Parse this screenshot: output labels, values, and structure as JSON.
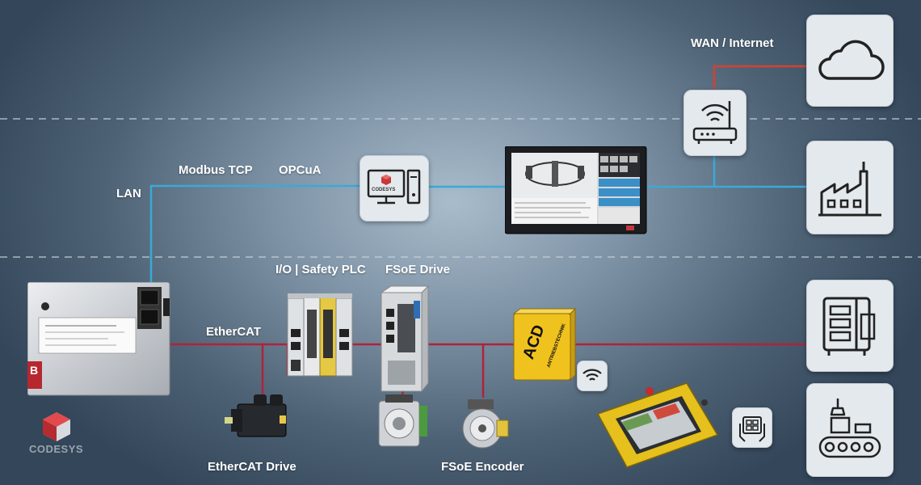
{
  "labels": {
    "wan": "WAN / Internet",
    "lan": "LAN",
    "modbus": "Modbus TCP",
    "opcua": "OPCuA",
    "ethercat": "EtherCAT",
    "io_safety": "I/O | Safety PLC",
    "fsoe_drive": "FSoE Drive",
    "ethercat_drive": "EtherCAT Drive",
    "fsoe_encoder": "FSoE Encoder"
  },
  "branding": {
    "codesys_logo": "CODESYS",
    "pc_icon_text": "CODESYS",
    "acd_text": "ACD",
    "acd_sub": "ANTRIEBSTECHNIK",
    "controller_logo": "B"
  },
  "icons": {
    "cloud": "cloud-icon",
    "router": "wifi-router-icon",
    "factory": "factory-icon",
    "server_rack": "server-rack-icon",
    "conveyor": "conveyor-robot-icon",
    "tablet": "tablet-hands-icon",
    "wireless": "wifi-icon"
  },
  "colors": {
    "lan_line": "#3aa9d8",
    "ethercat_line": "#b0233a",
    "wan_line": "#d2432f",
    "dashed_separator": "#c8d2da",
    "tile_bg": "#e4e9ee"
  }
}
